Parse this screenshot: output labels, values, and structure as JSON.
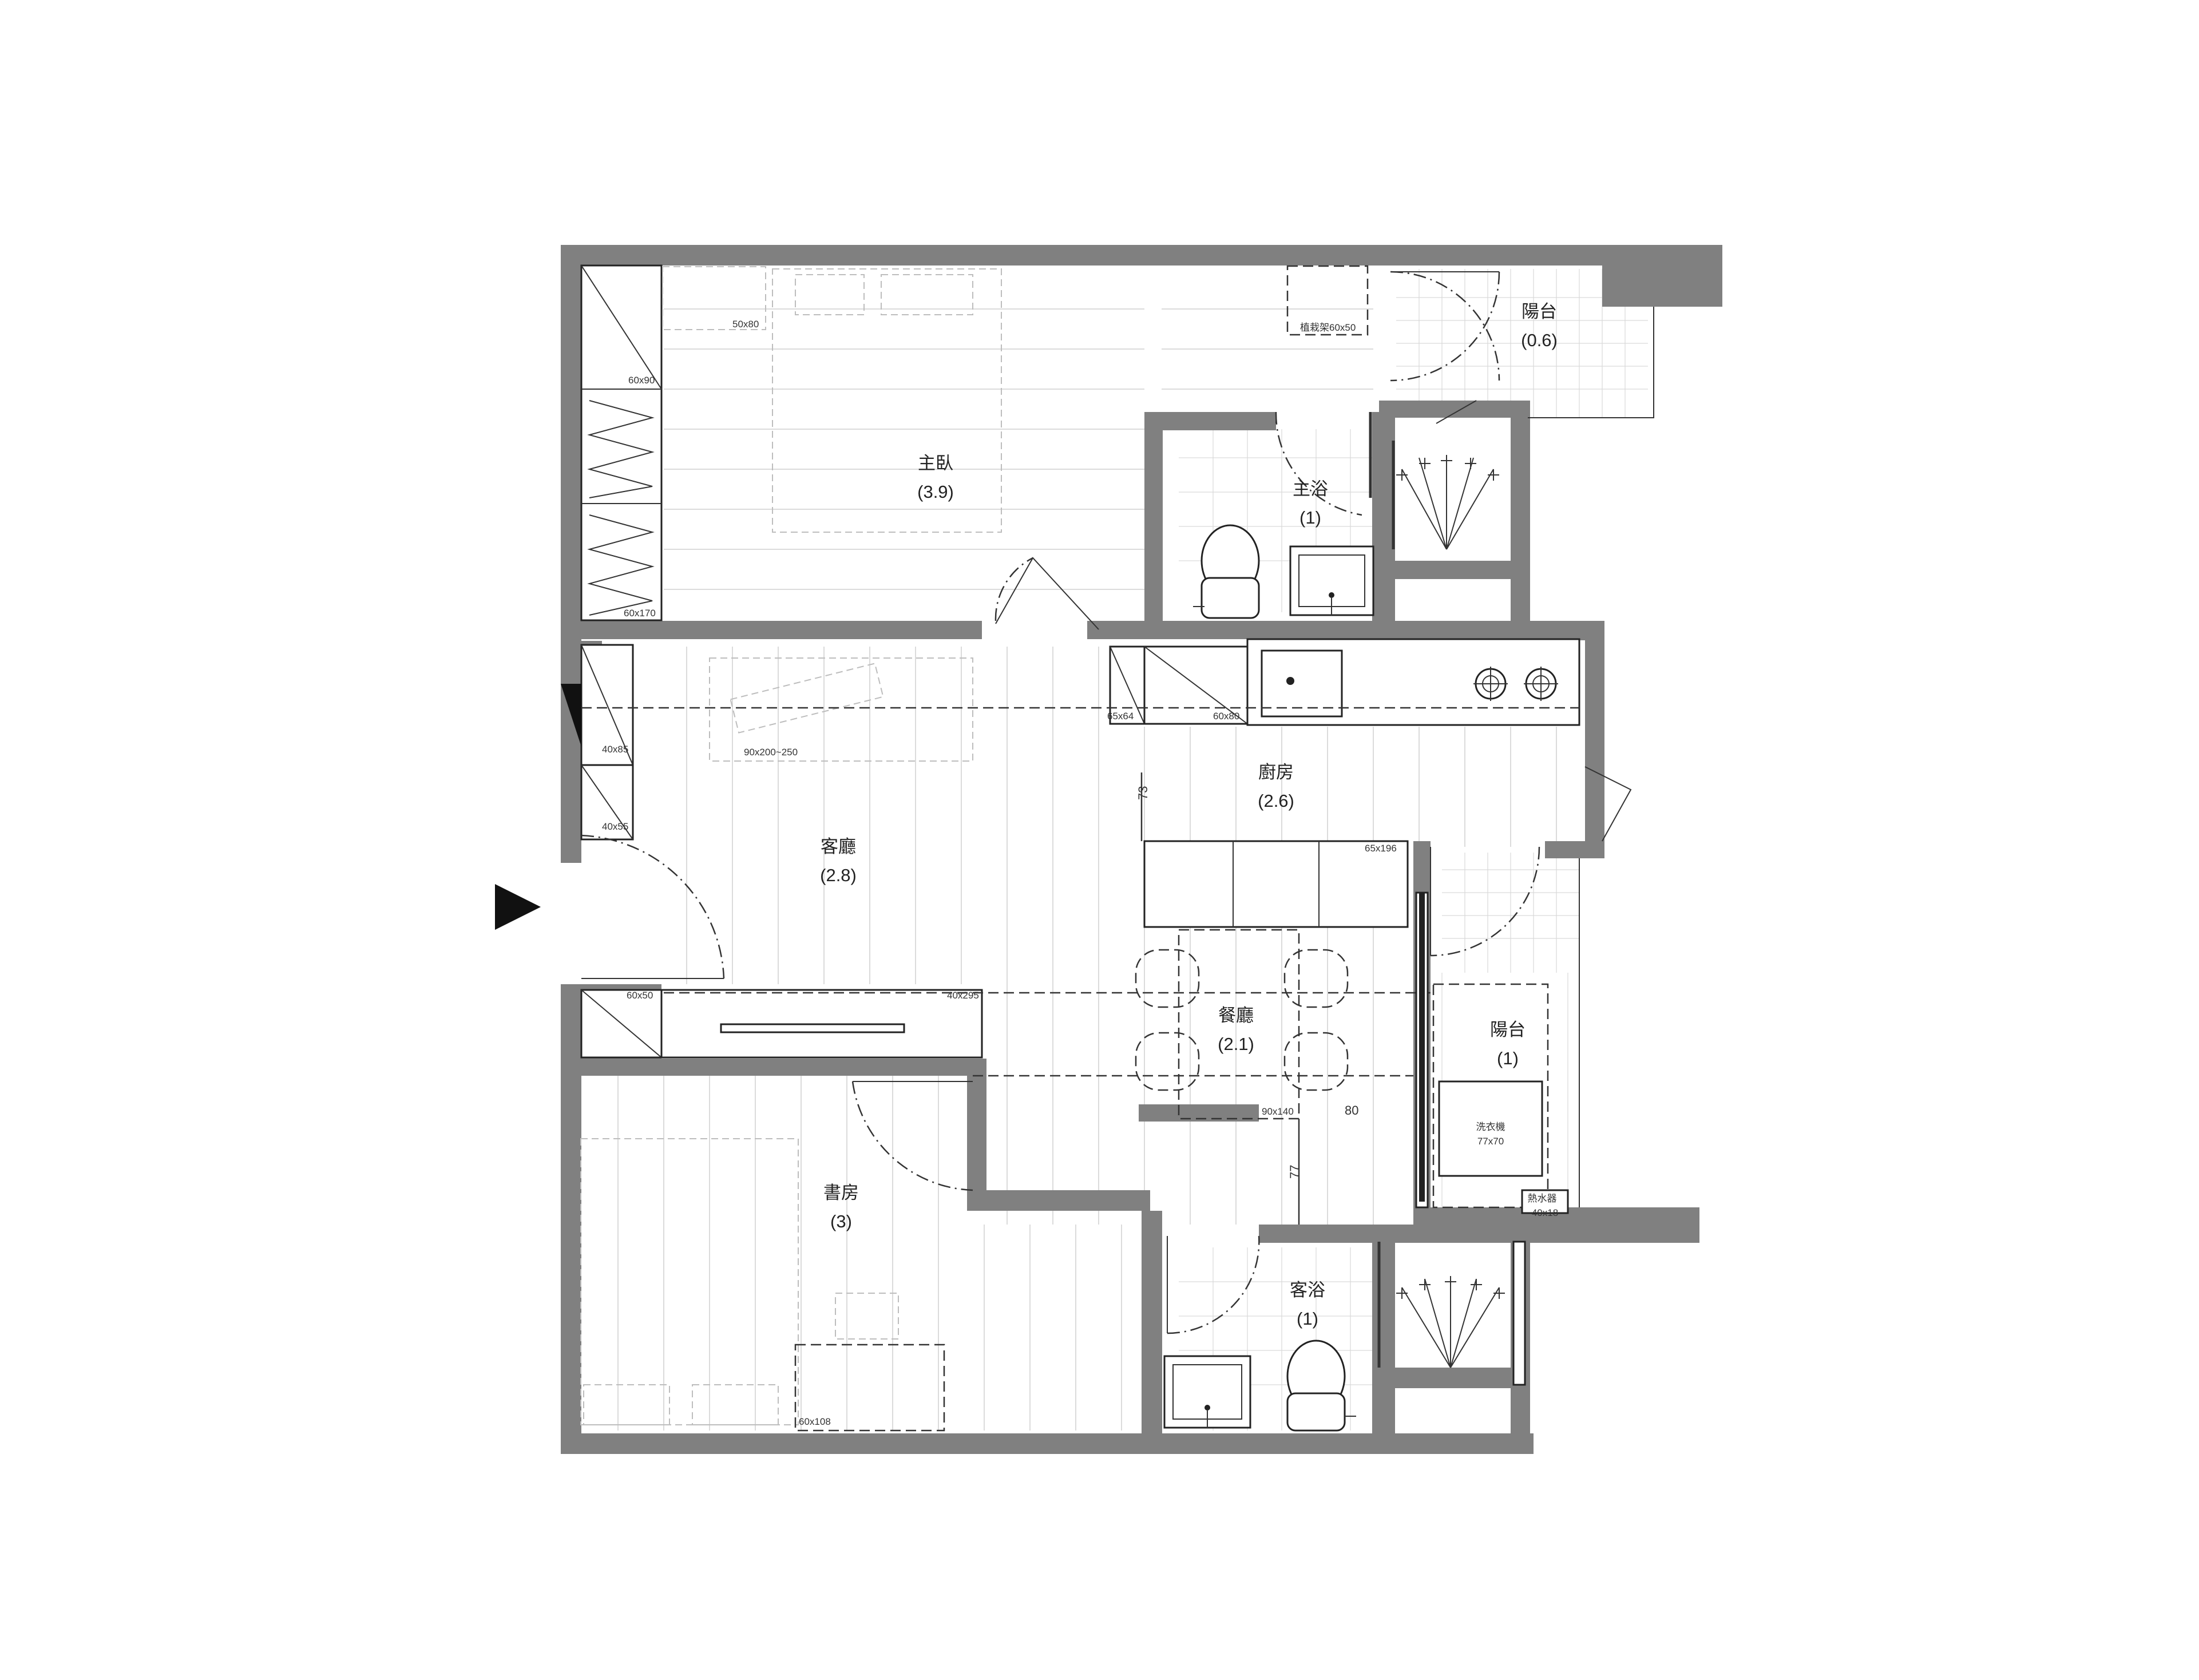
{
  "rooms": [
    {
      "name": "主臥",
      "area": "(3.9)"
    },
    {
      "name": "主浴",
      "area": "(1)"
    },
    {
      "name": "陽台",
      "area": "(0.6)"
    },
    {
      "name": "客廳",
      "area": "(2.8)"
    },
    {
      "name": "廚房",
      "area": "(2.6)"
    },
    {
      "name": "餐廳",
      "area": "(2.1)"
    },
    {
      "name": "陽台",
      "area": "(1)"
    },
    {
      "name": "書房",
      "area": "(3)"
    },
    {
      "name": "客浴",
      "area": "(1)"
    }
  ],
  "dimensions": {
    "wardrobe_top": "60x90",
    "wardrobe_bottom": "60x170",
    "nightstand": "50x80",
    "plant_rack": "植栽架60x50",
    "cab_a": "40x85",
    "cab_b": "40x55",
    "sofa": "90x200~250",
    "fridge": "65x64",
    "kitchen_counter": "60x80",
    "island": "65x196",
    "shoe_cabinet": "60x50",
    "tv_cabinet": "40x295",
    "dining_table": "90x140",
    "washer_label": "洗衣機",
    "washer_size": "77x70",
    "heater_label": "熱水器",
    "heater_size": "40x18",
    "desk": "60x108",
    "clear_73": "73",
    "clear_80": "80",
    "clear_77": "77"
  },
  "colors": {
    "wall": "#808080",
    "ink": "#222222",
    "background": "#ffffff"
  },
  "icons": [
    "entrance-arrow-icon",
    "toilet-icon",
    "sink-icon",
    "shower-icon",
    "stove-burner-icon"
  ]
}
